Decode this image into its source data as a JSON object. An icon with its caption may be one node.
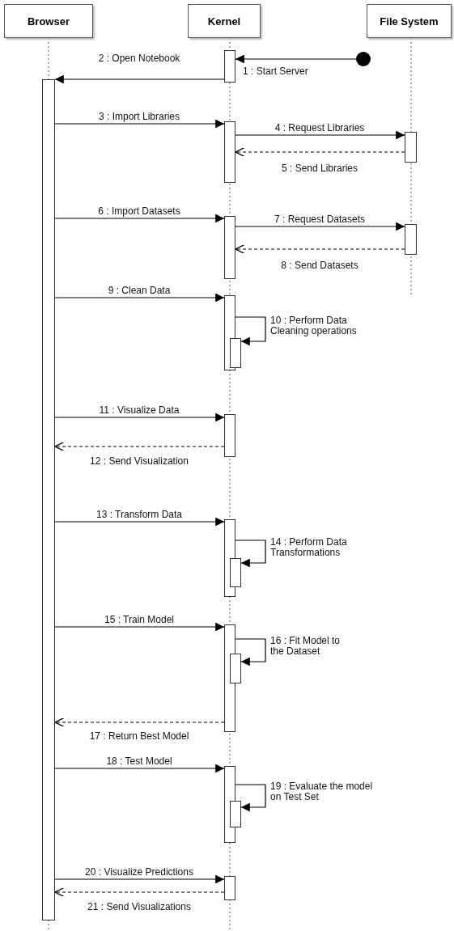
{
  "diagram": {
    "nodes": [
      {
        "text": [
          "Browser"
        ]
      },
      {
        "text": [
          "Kernel"
        ]
      },
      {
        "text": [
          "File System"
        ]
      },
      {
        "text": [],
        "shape": "circle"
      },
      {
        "text": [],
        "shape": "bar"
      },
      {
        "text": [],
        "shape": "bar"
      },
      {
        "text": [],
        "shape": "bar"
      },
      {
        "text": [],
        "shape": "bar"
      },
      {
        "text": [],
        "shape": "bar"
      },
      {
        "text": [],
        "shape": "bar"
      },
      {
        "text": [],
        "shape": "bar"
      },
      {
        "text": [],
        "shape": "bar"
      },
      {
        "text": [],
        "shape": "bar"
      },
      {
        "text": [],
        "shape": "bar"
      },
      {
        "text": [],
        "shape": "bar"
      },
      {
        "text": [],
        "shape": "bar"
      },
      {
        "text": [],
        "shape": "bar"
      },
      {
        "text": [],
        "shape": "bar"
      },
      {
        "text": [],
        "shape": "bar"
      },
      {
        "text": [],
        "shape": "bar"
      }
    ],
    "edges": [
      {
        "from": 3,
        "to": 4,
        "arrow": "to",
        "label": "1 : Start Server"
      },
      {
        "from": 4,
        "to": 5,
        "arrow": "to",
        "label": "2 : Open Notebook"
      },
      {
        "from": 5,
        "to": 6,
        "arrow": "to",
        "label": "3 : Import Libraries"
      },
      {
        "from": 6,
        "to": 7,
        "arrow": "to",
        "label": "4 : Request Libraries"
      },
      {
        "from": 7,
        "to": 6,
        "arrow": "to",
        "label": "5 : Send Libraries",
        "style": "dashed"
      },
      {
        "from": 5,
        "to": 8,
        "arrow": "to",
        "label": "6 : Import Datasets"
      },
      {
        "from": 8,
        "to": 9,
        "arrow": "to",
        "label": "7 : Request Datasets"
      },
      {
        "from": 9,
        "to": 8,
        "arrow": "to",
        "label": "8 : Send Datasets",
        "style": "dashed"
      },
      {
        "from": 5,
        "to": 10,
        "arrow": "to",
        "label": "9 : Clean Data"
      },
      {
        "from": 10,
        "to": 11,
        "arrow": "to",
        "label": "10 : Perform Data Cleaning operations"
      },
      {
        "from": 5,
        "to": 12,
        "arrow": "to",
        "label": "11 : Visualize Data"
      },
      {
        "from": 12,
        "to": 5,
        "arrow": "to",
        "label": "12 : Send Visualization",
        "style": "dashed"
      },
      {
        "from": 5,
        "to": 13,
        "arrow": "to",
        "label": "13 : Transform Data"
      },
      {
        "from": 13,
        "to": 14,
        "arrow": "to",
        "label": "14 : Perform Data Transformations"
      },
      {
        "from": 5,
        "to": 15,
        "arrow": "to",
        "label": "15 : Train Model"
      },
      {
        "from": 15,
        "to": 16,
        "arrow": "to",
        "label": "16 : Fit Model to the Dataset"
      },
      {
        "from": 15,
        "to": 5,
        "arrow": "to",
        "label": "17 : Return Best Model",
        "style": "dashed"
      },
      {
        "from": 5,
        "to": 17,
        "arrow": "to",
        "label": "18 : Test Model"
      },
      {
        "from": 17,
        "to": 18,
        "arrow": "to",
        "label": "19 : Evaluate the model on Test Set"
      },
      {
        "from": 5,
        "to": 19,
        "arrow": "to",
        "label": "20 : Visualize Predictions"
      },
      {
        "from": 19,
        "to": 5,
        "arrow": "to",
        "label": "21 : Send Visualizations",
        "style": "dashed"
      }
    ]
  }
}
